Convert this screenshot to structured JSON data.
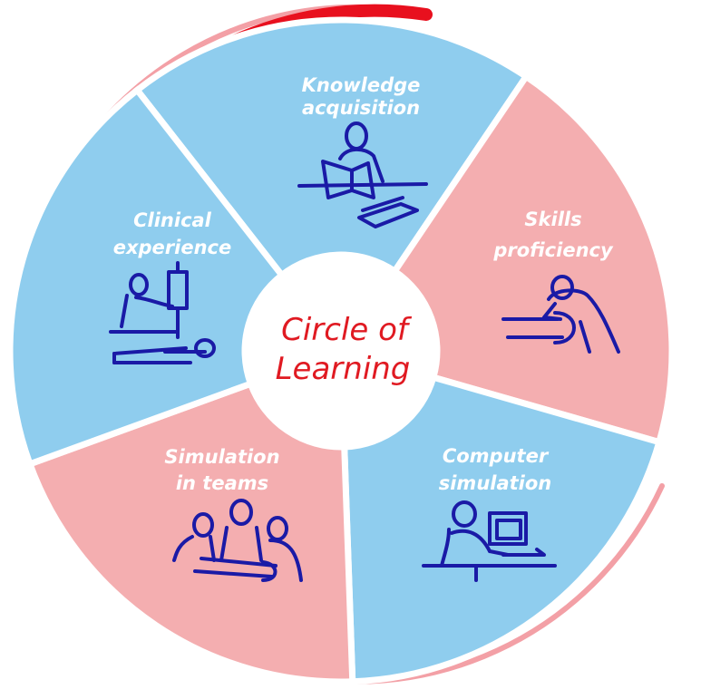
{
  "diagram": {
    "center": {
      "line1": "Circle of",
      "line2": "Learning"
    },
    "segments": [
      {
        "line1": "Knowledge",
        "line2": "acquisition",
        "icon": "person-reading-icon",
        "color": "#8fcdee"
      },
      {
        "line1": "Skills",
        "line2": "proficiency",
        "icon": "person-treating-patient-icon",
        "color": "#f4aeb0"
      },
      {
        "line1": "Computer",
        "line2": "simulation",
        "icon": "person-at-computer-icon",
        "color": "#8fcdee"
      },
      {
        "line1": "Simulation",
        "line2": "in teams",
        "icon": "team-around-patient-icon",
        "color": "#f4aeb0"
      },
      {
        "line1": "Clinical",
        "line2": "experience",
        "icon": "caregiver-with-patient-icon",
        "color": "#8fcdee"
      }
    ]
  },
  "colors": {
    "arc": "#e8101e",
    "figure_stroke": "#1a1aa6",
    "center_text": "#e01a22"
  }
}
